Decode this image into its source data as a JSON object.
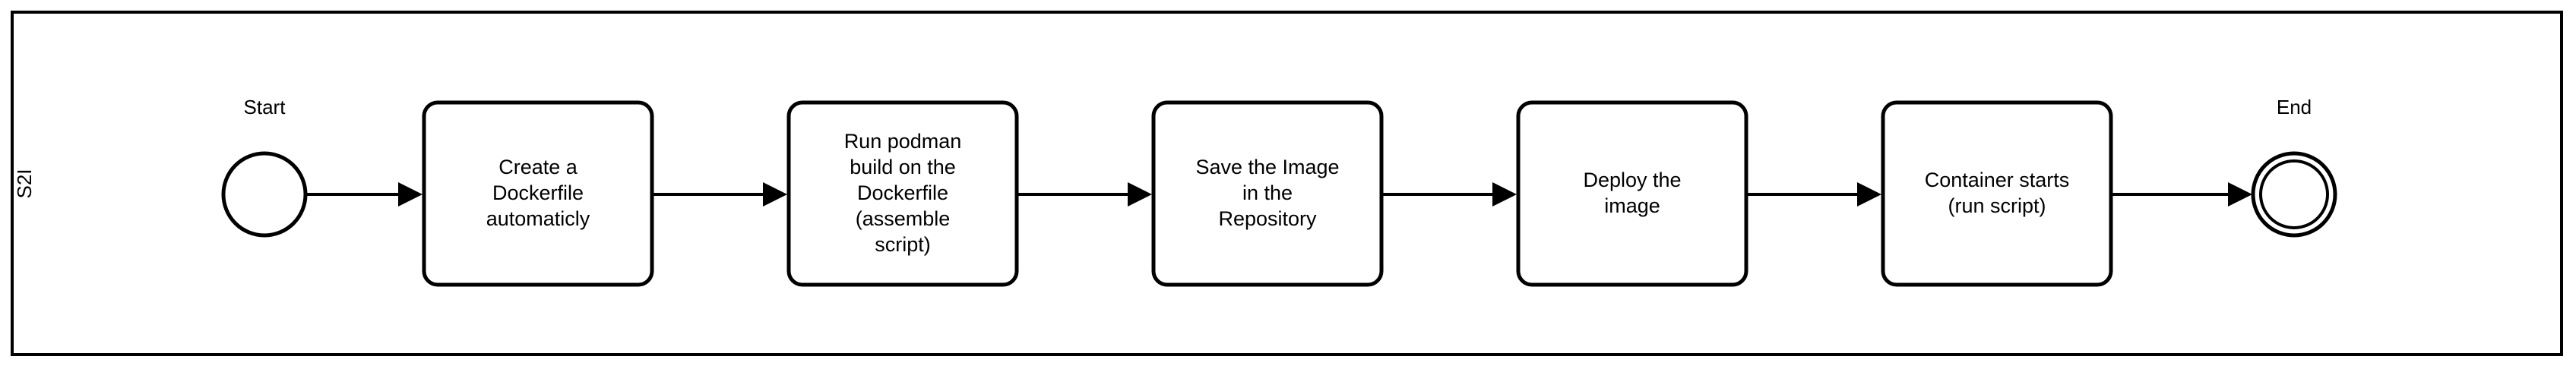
{
  "diagram": {
    "type": "bpmn-process",
    "pool": {
      "lane_label": "S2I"
    },
    "start_event": {
      "label": "Start",
      "icon": "start-event-circle-icon"
    },
    "end_event": {
      "label": "End",
      "icon": "end-event-double-circle-icon"
    },
    "tasks": [
      {
        "id": "create-dockerfile",
        "lines": [
          "Create a",
          "Dockerfile",
          "automaticly"
        ]
      },
      {
        "id": "run-podman-build",
        "lines": [
          "Run podman",
          "build on the",
          "Dockerfile",
          "(assemble",
          "script)"
        ]
      },
      {
        "id": "save-image-repository",
        "lines": [
          "Save the Image",
          "in the",
          "Repository"
        ]
      },
      {
        "id": "deploy-image",
        "lines": [
          "Deploy the",
          "image"
        ]
      },
      {
        "id": "container-starts",
        "lines": [
          "Container starts",
          "(run script)"
        ]
      }
    ],
    "colors": {
      "stroke": "#000000",
      "fill": "#ffffff",
      "background": "#ffffff"
    }
  }
}
